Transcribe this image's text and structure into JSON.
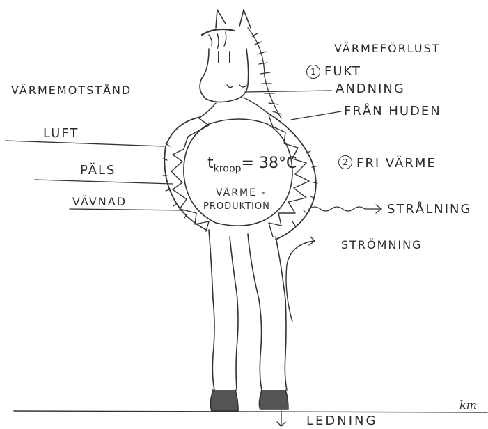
{
  "left": {
    "title": "VÄRMEMOTSTÅND",
    "air": "LUFT",
    "coat": "PÄLS",
    "tissue": "VÄVNAD"
  },
  "body_labels": {
    "temp_symbol": "t",
    "temp_subscript": "kropp",
    "temp_value": "= 38°C",
    "production_line1": "VÄRME -",
    "production_line2": "PRODUKTION"
  },
  "right": {
    "title": "VÄRMEFÖRLUST",
    "item1": {
      "number": "1",
      "label": "FUKT",
      "sub1": "ANDNING",
      "sub2": "FRÅN HUDEN"
    },
    "item2": {
      "number": "2",
      "label": "FRI VÄRME",
      "sub1": "STRÅLNING",
      "sub2": "STRÖMNING"
    }
  },
  "bottom": {
    "conduction": "LEDNING",
    "signature": "km"
  },
  "colors": {
    "ink": "#2b2b2b",
    "paper": "#ffffff"
  }
}
